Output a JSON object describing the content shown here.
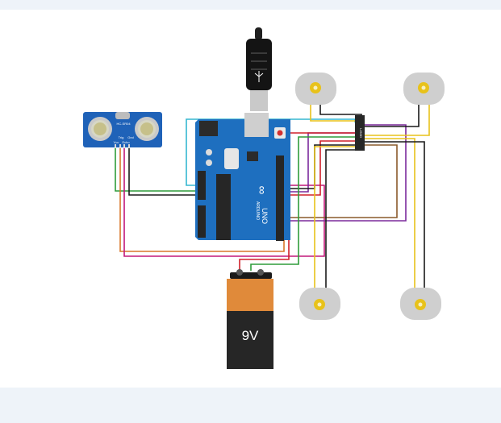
{
  "sensor": {
    "model": "HC-SR04",
    "pins": [
      "Vcc",
      "Trig",
      "Echo",
      "Gnd"
    ]
  },
  "arduino": {
    "brand": "UNO",
    "logo": "∞",
    "label": "ARDUINO"
  },
  "driver": {
    "label": "L293D"
  },
  "battery": {
    "label": "9V"
  },
  "icons": {
    "motor": "dc-motor-icon",
    "usb": "usb-plug-icon"
  },
  "colors": {
    "canvas": "#ffffff",
    "frame": "#eef3f9",
    "board": "#1e6fbf",
    "battery_top": "#e08a3a",
    "battery_body": "#262626"
  }
}
